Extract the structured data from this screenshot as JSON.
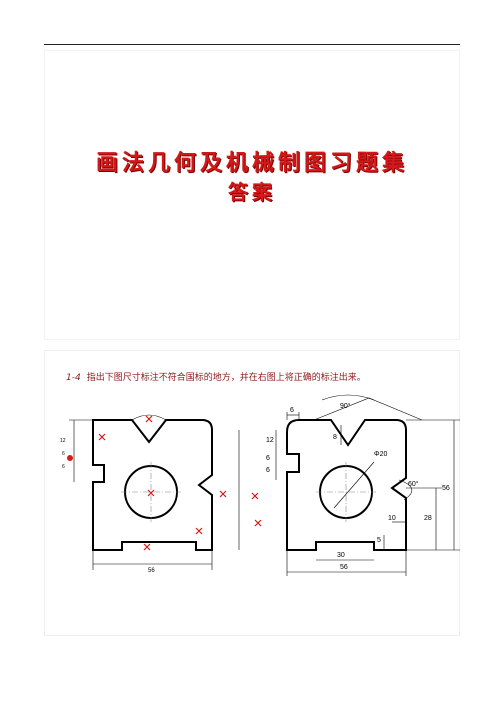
{
  "title_page": {
    "line1": "画法几何及机械制图习题集",
    "line2": "答案"
  },
  "exercise": {
    "number": "1-4",
    "instruction": "指出下图尺寸标注不符合国标的地方，并在右图上将正确的标注出来。"
  },
  "left_figure": {
    "overall_width": "56",
    "small_labels": [
      "6",
      "6",
      "12"
    ]
  },
  "right_figure": {
    "dims": {
      "top_notch": "6",
      "angle_top": "90°",
      "depth": "8",
      "left_12": "12",
      "left_6a": "6",
      "left_6b": "6",
      "hole": "Φ20",
      "angle_right": "60°",
      "right_10": "10",
      "height_28": "28",
      "height_56": "56",
      "bottom_30": "30",
      "bottom_5": "5",
      "overall_width": "56"
    }
  }
}
